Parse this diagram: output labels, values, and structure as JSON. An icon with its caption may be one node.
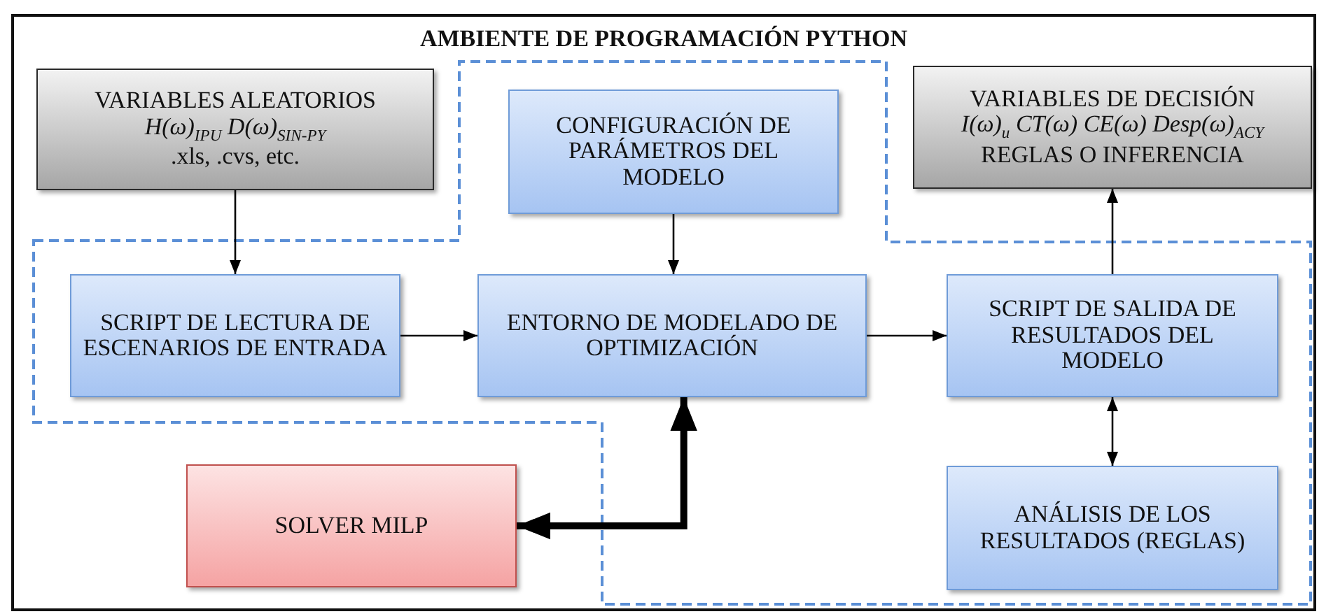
{
  "diagram": {
    "nodes": [
      {
        "text": [
          "AMBIENTE DE PROGRAMACIÓN PYTHON"
        ]
      },
      {
        "text": [
          "VARIABLES ALEATORIOS",
          "*H(ω)*$_{IPU}$ *D(ω)*$_{SIN-PY}$",
          ".xls, .cvs, etc."
        ],
        "in": 0
      },
      {
        "text": [
          "CONFIGURACIÓN DE PARÁMETROS DEL MODELO"
        ],
        "in": 0
      },
      {
        "text": [
          "VARIABLES DE DECISIÓN",
          "*I(ω)*$_{u}$ *CT(ω) CE(ω) Desp(ω)*$_{ACY}$",
          "REGLAS O INFERENCIA"
        ],
        "in": 0
      },
      {
        "text": [
          "SCRIPT DE LECTURA DE ESCENARIOS DE ENTRADA"
        ],
        "in": 0
      },
      {
        "text": [
          "ENTORNO DE MODELADO DE OPTIMIZACIÓN"
        ],
        "in": 0
      },
      {
        "text": [
          "SCRIPT DE SALIDA DE RESULTADOS DEL MODELO"
        ],
        "in": 0
      },
      {
        "text": [
          "SOLVER MILP"
        ],
        "in": 0
      },
      {
        "text": [
          "ANÁLISIS DE LOS RESULTADOS (REGLAS)"
        ],
        "in": 0
      }
    ],
    "edges": [
      {
        "from": 1,
        "to": 4,
        "arrow": "to"
      },
      {
        "from": 2,
        "to": 5,
        "arrow": "to"
      },
      {
        "from": 4,
        "to": 5,
        "arrow": "to"
      },
      {
        "from": 5,
        "to": 6,
        "arrow": "to"
      },
      {
        "from": 6,
        "to": 3,
        "arrow": "to"
      },
      {
        "from": 6,
        "to": 8,
        "arrow": "both"
      },
      {
        "from": 5,
        "to": 7,
        "arrow": "both",
        "style": "thick"
      }
    ]
  }
}
